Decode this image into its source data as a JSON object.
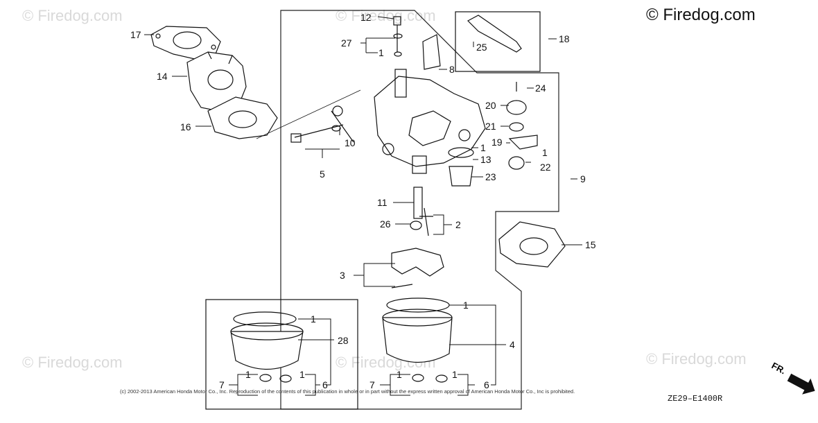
{
  "watermarks": [
    "© Firedog.com",
    "© Firedog.com",
    "© Firedog.com",
    "© Firedog.com",
    "© Firedog.com"
  ],
  "brand": "© Firedog.com",
  "copyright_notice": "(c) 2002-2013 American Honda Motor Co., Inc. Reproduction of the contents of this publication in whole or in part without the express written approval of American Honda Motor Co., Inc is prohibited.",
  "diagram_code": "ZE29–E1400R",
  "direction_marker": "FR.",
  "callouts": {
    "c17": "17",
    "c14": "14",
    "c16": "16",
    "c12": "12",
    "c27": "27",
    "c1a": "1",
    "c8": "8",
    "c18": "18",
    "c25": "25",
    "c24": "24",
    "c20": "20",
    "c21": "21",
    "c19": "19",
    "c1b": "1",
    "c22": "22",
    "c10": "10",
    "c5": "5",
    "c1c": "1",
    "c13": "13",
    "c23": "23",
    "c9": "9",
    "c11": "11",
    "c26": "26",
    "c2": "2",
    "c15": "15",
    "c3": "3",
    "c1d": "1",
    "c4": "4",
    "c1e": "1",
    "c28": "28",
    "c7a": "7",
    "c1f": "1",
    "c1g": "1",
    "c6a": "6",
    "c7b": "7",
    "c1h": "1",
    "c1i": "1",
    "c6b": "6"
  }
}
